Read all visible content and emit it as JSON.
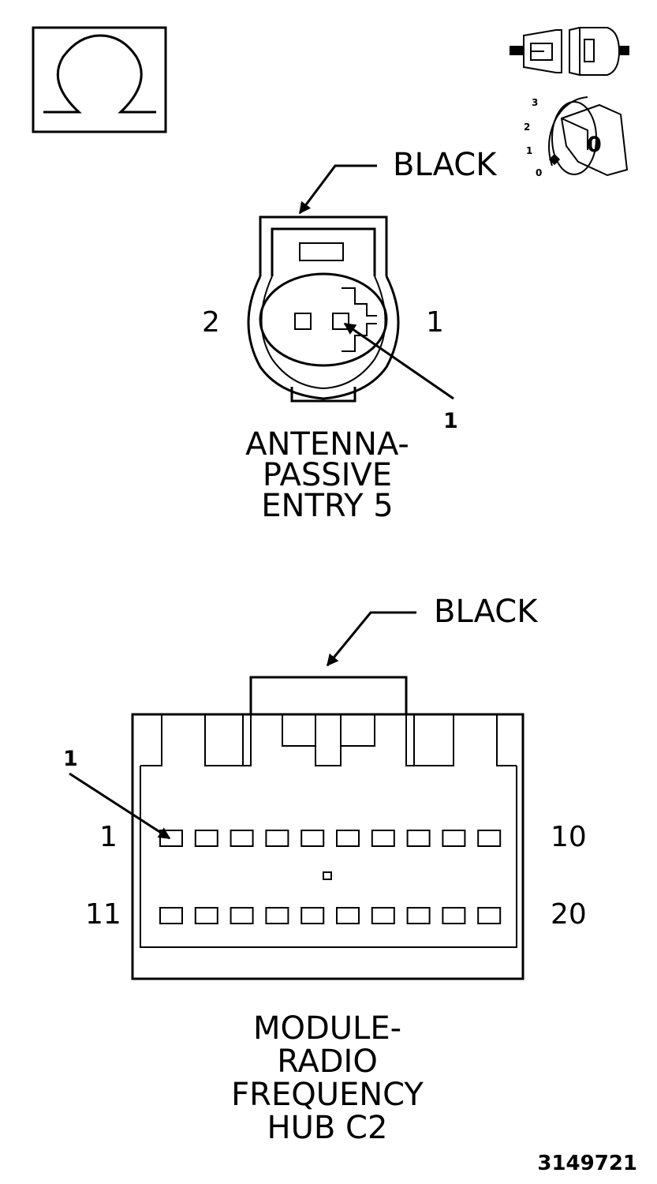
{
  "icons": {
    "ohmmeter": "ohm-symbol-icon",
    "connector_disconnect": "connector-disconnect-icon",
    "ignition": "ignition-key-icon",
    "ignition_positions": [
      "3",
      "2",
      "1",
      "0"
    ],
    "ignition_key_label": "0"
  },
  "connector1": {
    "color_label": "BLACK",
    "pin_left": "2",
    "pin_right": "1",
    "callout": "1",
    "name_lines": [
      "ANTENNA-",
      "PASSIVE",
      "ENTRY 5"
    ]
  },
  "connector2": {
    "color_label": "BLACK",
    "callout": "1",
    "row1_left": "1",
    "row1_right": "10",
    "row2_left": "11",
    "row2_right": "20",
    "pins_per_row": 10,
    "name_lines": [
      "MODULE-",
      "RADIO",
      "FREQUENCY",
      "HUB C2"
    ]
  },
  "figure_number": "3149721"
}
